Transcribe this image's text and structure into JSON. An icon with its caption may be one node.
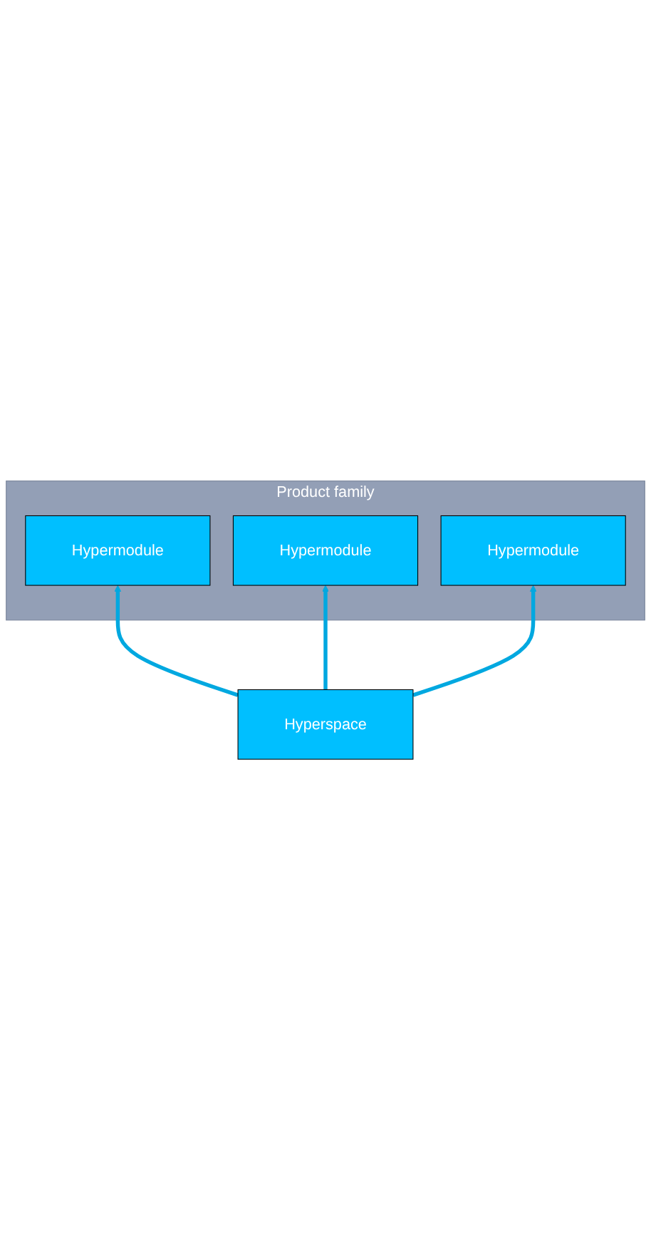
{
  "diagram": {
    "nodes": [
      {
        "text": [
          "Product family"
        ]
      },
      {
        "text": [
          "Hypermodule"
        ],
        "in": 0
      },
      {
        "text": [
          "Hypermodule"
        ],
        "in": 0
      },
      {
        "text": [
          "Hypermodule"
        ],
        "in": 0
      },
      {
        "text": [
          "Hyperspace"
        ]
      }
    ],
    "edges": [
      {
        "from": 4,
        "to": 1,
        "arrow": "to"
      },
      {
        "from": 4,
        "to": 2,
        "arrow": "to"
      },
      {
        "from": 4,
        "to": 3,
        "arrow": "to"
      }
    ]
  }
}
